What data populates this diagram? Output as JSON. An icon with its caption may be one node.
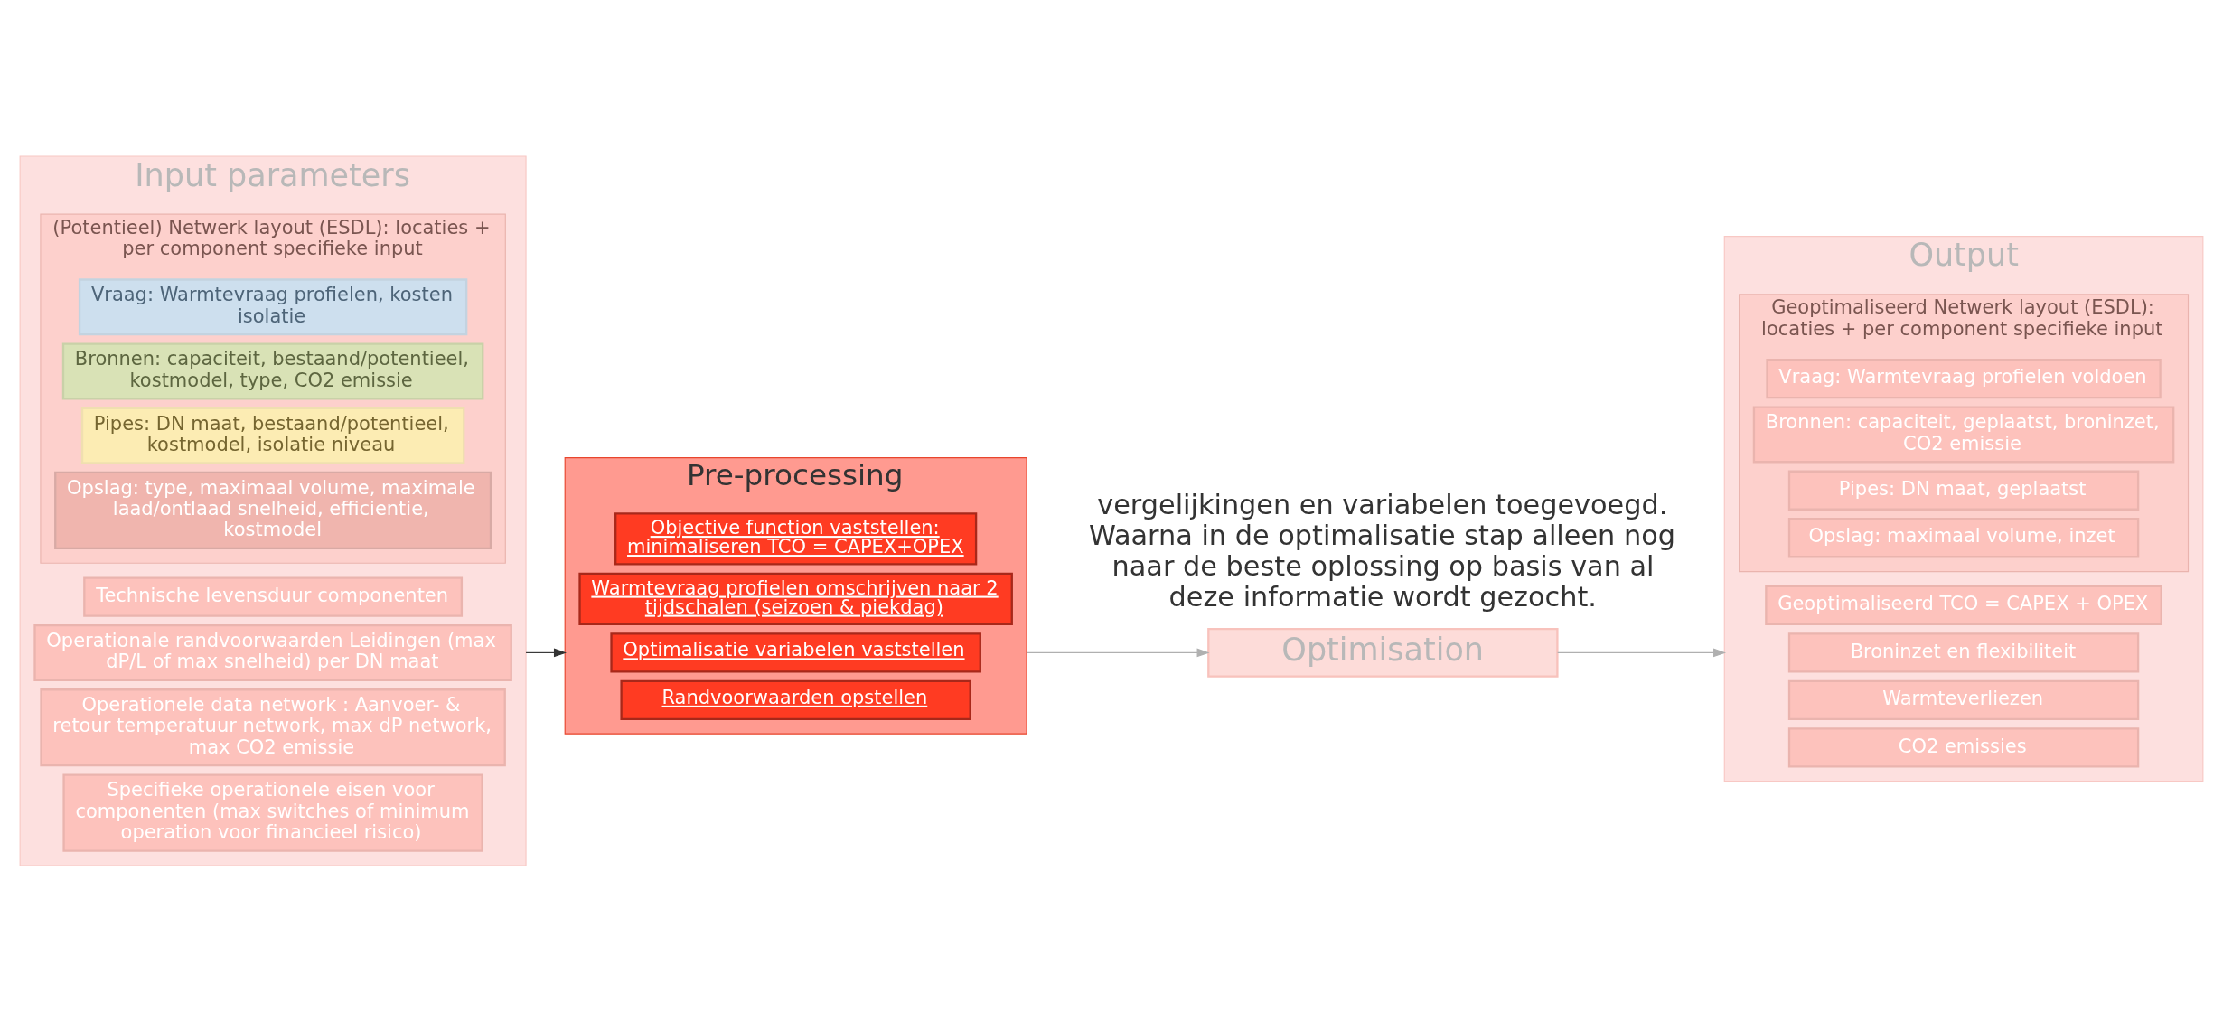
{
  "diagram": {
    "nodes": [
      {
        "text": [
          "Input parameters"
        ]
      },
      {
        "text": [
          "(Potentieel) Netwerk layout (ESDL): locaties + per component specifieke input"
        ],
        "in": 0
      },
      {
        "text": [
          "Vraag: Warmtevraag profielen, kosten isolatie"
        ],
        "in": 1
      },
      {
        "text": [
          "Bronnen: capaciteit, bestaand/potentieel, kostmodel, type, CO2 emissie"
        ],
        "in": 1
      },
      {
        "text": [
          "Pipes: DN maat, bestaand/potentieel, kostmodel, isolatie niveau"
        ],
        "in": 1
      },
      {
        "text": [
          "Opslag: type, maximaal volume, maximale laad/ontlaad snelheid, efficientie, kostmodel"
        ],
        "in": 1
      },
      {
        "text": [
          "Technische levensduur componenten"
        ],
        "in": 0
      },
      {
        "text": [
          "Operationale randvoorwaarden Leidingen (max dP/L of max snelheid) per DN maat"
        ],
        "in": 0
      },
      {
        "text": [
          "Operationele data network : Aanvoer- & retour temperatuur network, max dP network, max CO2 emissie"
        ],
        "in": 0
      },
      {
        "text": [
          "Specifieke operationele eisen voor componenten (max switches of minimum operation voor financieel risico)"
        ],
        "in": 0
      },
      {
        "text": [
          "Pre-processing"
        ]
      },
      {
        "text": [
          "Objective function vaststellen: minimaliseren TCO = CAPEX+OPEX"
        ],
        "in": 10
      },
      {
        "text": [
          "Warmtevraag profielen omschrijven naar 2 tijdschalen (seizoen & piekdag)"
        ],
        "in": 10
      },
      {
        "text": [
          "Optimalisatie variabelen vaststellen"
        ],
        "in": 10
      },
      {
        "text": [
          "Randvoorwaarden opstellen"
        ],
        "in": 10
      },
      {
        "text": [
          "Optimisation"
        ]
      },
      {
        "text": [
          "Output"
        ]
      },
      {
        "text": [
          "Geoptimaliseerd Netwerk layout (ESDL): locaties + per component specifieke input"
        ],
        "in": 16
      },
      {
        "text": [
          "Vraag: Warmtevraag profielen voldoen"
        ],
        "in": 17
      },
      {
        "text": [
          "Bronnen: capaciteit, geplaatst, broninzet, CO2 emissie"
        ],
        "in": 17
      },
      {
        "text": [
          "Pipes: DN maat, geplaatst"
        ],
        "in": 17
      },
      {
        "text": [
          "Opslag: maximaal volume, inzet"
        ],
        "in": 17
      },
      {
        "text": [
          "Geoptimaliseerd TCO = CAPEX + OPEX"
        ],
        "in": 16
      },
      {
        "text": [
          "Broninzet en flexibiliteit"
        ],
        "in": 16
      },
      {
        "text": [
          "Warmteverliezen"
        ],
        "in": 16
      },
      {
        "text": [
          "CO2 emissies"
        ],
        "in": 16
      }
    ],
    "edges": [
      {
        "from": 0,
        "to": 10,
        "arrow": "to",
        "color": "#333333"
      },
      {
        "from": 10,
        "to": 15,
        "arrow": "to"
      },
      {
        "from": 15,
        "to": 16,
        "arrow": "to"
      }
    ],
    "labels": [
      "vergelijkingen en variabelen toegevoegd. Waarna in de optimalisatie stap alleen nog naar de beste oplossing op basis van al deze informatie wordt gezocht."
    ]
  }
}
